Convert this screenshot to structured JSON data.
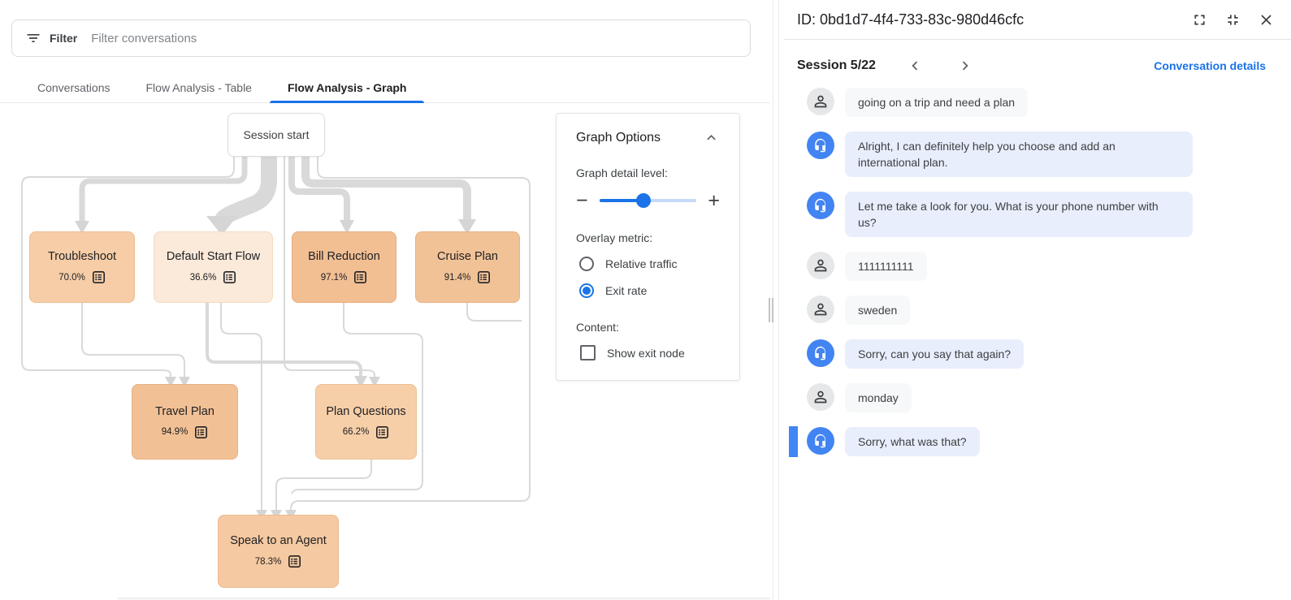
{
  "filter_bar": {
    "label": "Filter",
    "placeholder": "Filter conversations"
  },
  "tabs": [
    {
      "label": "Conversations",
      "active": false
    },
    {
      "label": "Flow Analysis - Table",
      "active": false
    },
    {
      "label": "Flow Analysis - Graph",
      "active": true
    }
  ],
  "graph": {
    "start_node": {
      "label": "Session start"
    },
    "nodes": [
      {
        "label": "Troubleshoot",
        "exit_rate": "70.0%",
        "fill": "#f6cda6",
        "border": "#eebd92"
      },
      {
        "label": "Default Start Flow",
        "exit_rate": "36.6%",
        "fill": "#fbe9d9",
        "border": "#f3dcc5"
      },
      {
        "label": "Bill Reduction",
        "exit_rate": "97.1%",
        "fill": "#f2bf93",
        "border": "#e9ae7e"
      },
      {
        "label": "Cruise Plan",
        "exit_rate": "91.4%",
        "fill": "#f2c297",
        "border": "#e9b184"
      },
      {
        "label": "Travel Plan",
        "exit_rate": "94.9%",
        "fill": "#f2c095",
        "border": "#e9b081"
      },
      {
        "label": "Plan Questions",
        "exit_rate": "66.2%",
        "fill": "#f6cfa9",
        "border": "#eec095"
      },
      {
        "label": "Speak to an Agent",
        "exit_rate": "78.3%",
        "fill": "#f5c9a1",
        "border": "#ecb98d"
      }
    ]
  },
  "graph_options": {
    "title": "Graph Options",
    "detail_label": "Graph detail level:",
    "slider_percent": 45,
    "overlay_label": "Overlay metric:",
    "radios": [
      {
        "label": "Relative traffic",
        "selected": false
      },
      {
        "label": "Exit rate",
        "selected": true
      }
    ],
    "content_label": "Content:",
    "checkbox_label": "Show exit node",
    "checkbox_checked": false
  },
  "detail_panel": {
    "id_title": "ID: 0bd1d7-4f4-733-83c-980d46cfc",
    "session_label": "Session 5/22",
    "details_link": "Conversation details",
    "messages": [
      {
        "speaker": "user",
        "text": "going on a trip and need a plan",
        "highlighted": false
      },
      {
        "speaker": "agent",
        "text": "Alright, I can definitely help you choose and add an international plan.",
        "highlighted": false
      },
      {
        "speaker": "agent",
        "text": "Let me take a look for you. What is your phone number with us?",
        "highlighted": false
      },
      {
        "speaker": "user",
        "text": "1111111111",
        "highlighted": false
      },
      {
        "speaker": "user",
        "text": "sweden",
        "highlighted": false
      },
      {
        "speaker": "agent",
        "text": "Sorry, can you say that again?",
        "highlighted": false
      },
      {
        "speaker": "user",
        "text": "monday",
        "highlighted": false
      },
      {
        "speaker": "agent",
        "text": "Sorry, what was that?",
        "highlighted": true
      }
    ]
  },
  "colors": {
    "accent_blue": "#1a73e8",
    "agent_avatar_blue": "#4284f2",
    "agent_bubble": "#e8eefb",
    "user_bubble": "#f7f8f9",
    "edge_gray": "#d9d9d9",
    "highlight_bar": "#4285f4"
  }
}
